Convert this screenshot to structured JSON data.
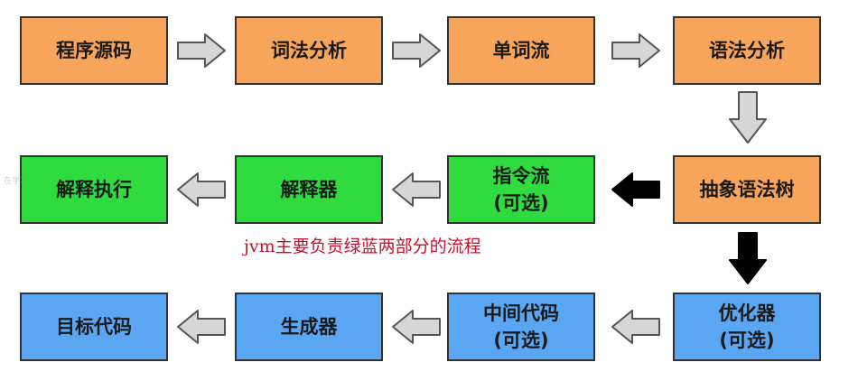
{
  "nodes": {
    "source_code": "程序源码",
    "lexical_analysis": "词法分析",
    "token_stream": "单词流",
    "syntax_analysis": "语法分析",
    "ast": "抽象语法树",
    "instruction_stream": "指令流\n(可选)",
    "interpreter": "解释器",
    "interpret_execute": "解释执行",
    "optimizer": "优化器\n(可选)",
    "intermediate_code": "中间代码\n(可选)",
    "generator": "生成器",
    "target_code": "目标代码"
  },
  "annotation": "jvm主要负责绿蓝两部分的流程",
  "watermark": "在学习",
  "colors": {
    "orange": "#f6a55a",
    "green": "#2fdb3e",
    "blue": "#5aa6f2",
    "gray_arrow": "#d6d6d6",
    "black_arrow": "#000000",
    "annotation_red": "#c8102e"
  }
}
